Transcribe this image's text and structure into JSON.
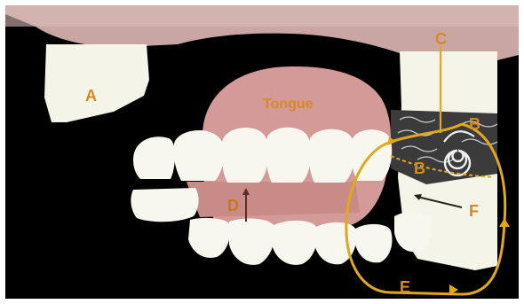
{
  "colors": {
    "background": "#000000",
    "frame": "#ffffff",
    "sky_top": "#c9a6a2",
    "bone": "#f4f4e8",
    "tongue": "#d49a98",
    "gum": "#c98b88",
    "tooth": "#f7f7f0",
    "accent": "#e0a81c",
    "label": "#d9891f",
    "tartar": "#3b3b3b"
  },
  "labels": {
    "a": "A",
    "tongue": "Tongue",
    "c": "C",
    "b_upper": "B",
    "b_lower": "B",
    "d": "D",
    "f": "F",
    "e": "E"
  }
}
